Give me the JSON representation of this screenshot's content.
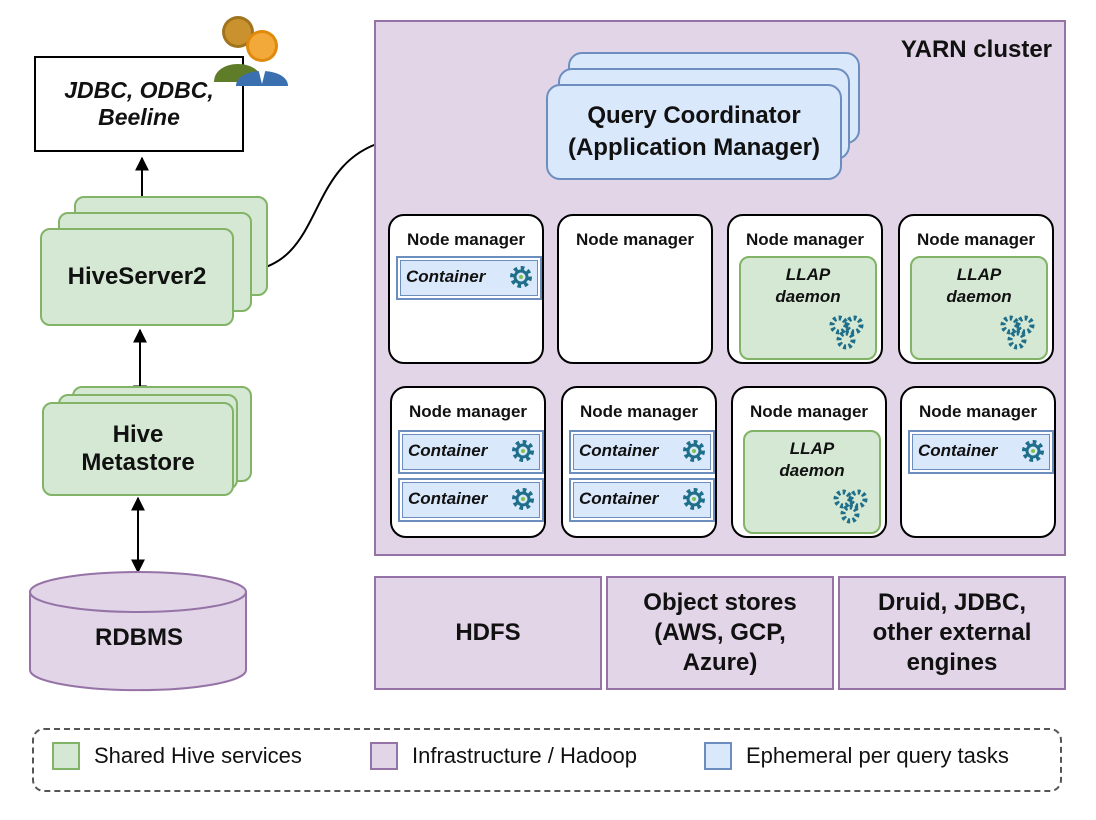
{
  "clients": {
    "label_line1": "JDBC, ODBC,",
    "label_line2": "Beeline",
    "users_icon": "users-icon"
  },
  "hiveserver2": {
    "label": "HiveServer2"
  },
  "metastore": {
    "label_line1": "Hive",
    "label_line2": "Metastore"
  },
  "rdbms": {
    "label": "RDBMS"
  },
  "yarn": {
    "title": "YARN cluster"
  },
  "query_coordinator": {
    "line1": "Query Coordinator",
    "line2": "(Application Manager)"
  },
  "node_manager_label": "Node manager",
  "container_label": "Container",
  "llap_label_line1": "LLAP",
  "llap_label_line2": "daemon",
  "storage": {
    "hdfs": "HDFS",
    "object_stores": {
      "line1": "Object stores",
      "line2": "(AWS, GCP,",
      "line3": "Azure)"
    },
    "external": {
      "line1": "Druid, JDBC,",
      "line2": "other external",
      "line3": "engines"
    }
  },
  "legend": {
    "shared": "Shared Hive services",
    "infra": "Infrastructure / Hadoop",
    "ephemeral": "Ephemeral per query tasks"
  },
  "colors": {
    "shared_fill": "#d5e8d4",
    "shared_stroke": "#82b366",
    "infra_fill": "#e1d5e7",
    "infra_stroke": "#9673a6",
    "ephemeral_fill": "#dae8fc",
    "ephemeral_stroke": "#6c8ebf",
    "gear": "#1f6f8b"
  }
}
